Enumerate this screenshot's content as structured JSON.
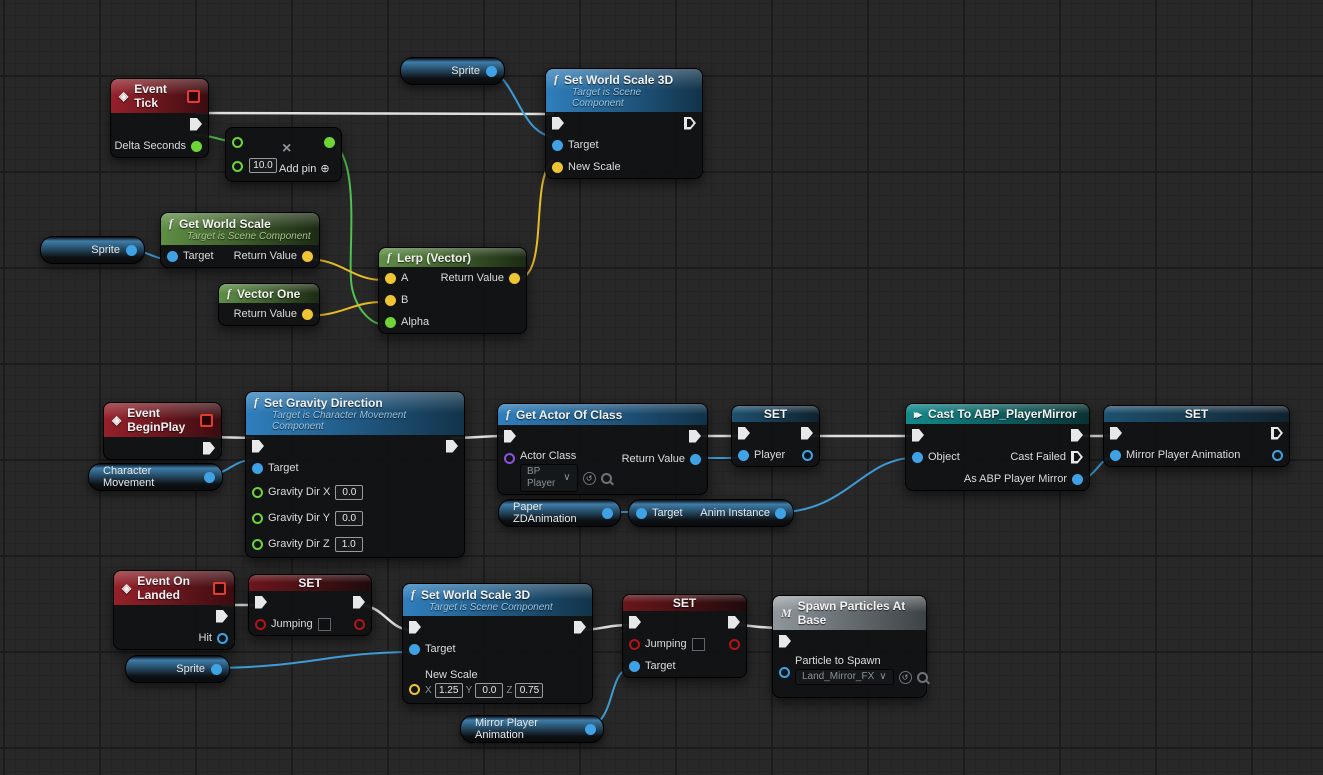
{
  "colors": {
    "background": "#282828",
    "exec_wire": "#e0e0e0",
    "float_pin": "#6fd435",
    "vector_pin": "#eec431",
    "object_pin": "#3fa2e4",
    "bool_pin": "#b41414",
    "class_pin": "#8b53e0",
    "event_header": "#96202a",
    "function_header": "#2f7fbd",
    "pure_header": "#5f8f45",
    "cast_header": "#138a8c",
    "macro_header": "#8f979c"
  },
  "nodes": {
    "event_tick": {
      "title": "Event Tick",
      "pins": {
        "delta_seconds": "Delta Seconds"
      }
    },
    "multiply": {
      "op": "×",
      "value": "10.0",
      "add_pin": "Add pin",
      "add_icon": "⊕"
    },
    "set_world_scale_1": {
      "title": "Set World Scale 3D",
      "subtitle": "Target is Scene Component",
      "pins": {
        "target": "Target",
        "new_scale": "New Scale"
      }
    },
    "get_world_scale": {
      "title": "Get World Scale",
      "subtitle": "Target is Scene Component",
      "pins": {
        "target": "Target",
        "return_value": "Return Value"
      }
    },
    "vector_one": {
      "title": "Vector One",
      "pins": {
        "return_value": "Return Value"
      }
    },
    "lerp": {
      "title": "Lerp (Vector)",
      "pins": {
        "a": "A",
        "b": "B",
        "alpha": "Alpha",
        "return_value": "Return Value"
      }
    },
    "event_begin_play": {
      "title": "Event BeginPlay"
    },
    "set_gravity": {
      "title": "Set Gravity Direction",
      "subtitle": "Target is Character Movement Component",
      "pins": {
        "target": "Target",
        "gx": "Gravity Dir X",
        "gy": "Gravity Dir Y",
        "gz": "Gravity Dir Z"
      },
      "values": {
        "gx": "0.0",
        "gy": "0.0",
        "gz": "1.0"
      }
    },
    "get_actor": {
      "title": "Get Actor Of Class",
      "pins": {
        "actor_class": "Actor Class",
        "return_value": "Return Value"
      },
      "dropdown": "BP Player",
      "chevron": "∨"
    },
    "set_player": {
      "title": "SET",
      "pins": {
        "player": "Player"
      }
    },
    "anim_compact": {
      "pins": {
        "target": "Target",
        "anim_instance": "Anim Instance"
      }
    },
    "cast": {
      "title": "Cast To ABP_PlayerMirror",
      "pins": {
        "object": "Object",
        "cast_failed": "Cast Failed",
        "as_abp": "As ABP Player Mirror"
      }
    },
    "set_mirror": {
      "title": "SET",
      "pins": {
        "mirror": "Mirror Player Animation"
      }
    },
    "event_on_landed": {
      "title": "Event On Landed",
      "pins": {
        "hit": "Hit"
      }
    },
    "set_jumping_1": {
      "title": "SET",
      "pins": {
        "jumping": "Jumping"
      }
    },
    "set_world_scale_2": {
      "title": "Set World Scale 3D",
      "subtitle": "Target is Scene Component",
      "pins": {
        "target": "Target",
        "new_scale": "New Scale"
      },
      "axis": {
        "x": "X",
        "y": "Y",
        "z": "Z"
      },
      "values": {
        "x": "1.25",
        "y": "0.0",
        "z": "0.75"
      }
    },
    "set_jumping_2": {
      "title": "SET",
      "pins": {
        "jumping": "Jumping",
        "target": "Target"
      }
    },
    "spawn_particles": {
      "title": "Spawn Particles At Base",
      "pins": {
        "particle": "Particle to Spawn"
      },
      "dropdown": "Land_Mirror_FX",
      "chevron": "∨"
    }
  },
  "pills": {
    "sprite_top": "Sprite",
    "sprite_left": "Sprite",
    "sprite_bottom": "Sprite",
    "character_movement": "Character Movement",
    "paper_zd": "Paper ZDAnimation",
    "mirror_player_animation": "Mirror Player Animation"
  },
  "icons": {
    "event": "◈",
    "function": "f",
    "macro": "M",
    "cast": "▸▸",
    "reset": "↺"
  }
}
